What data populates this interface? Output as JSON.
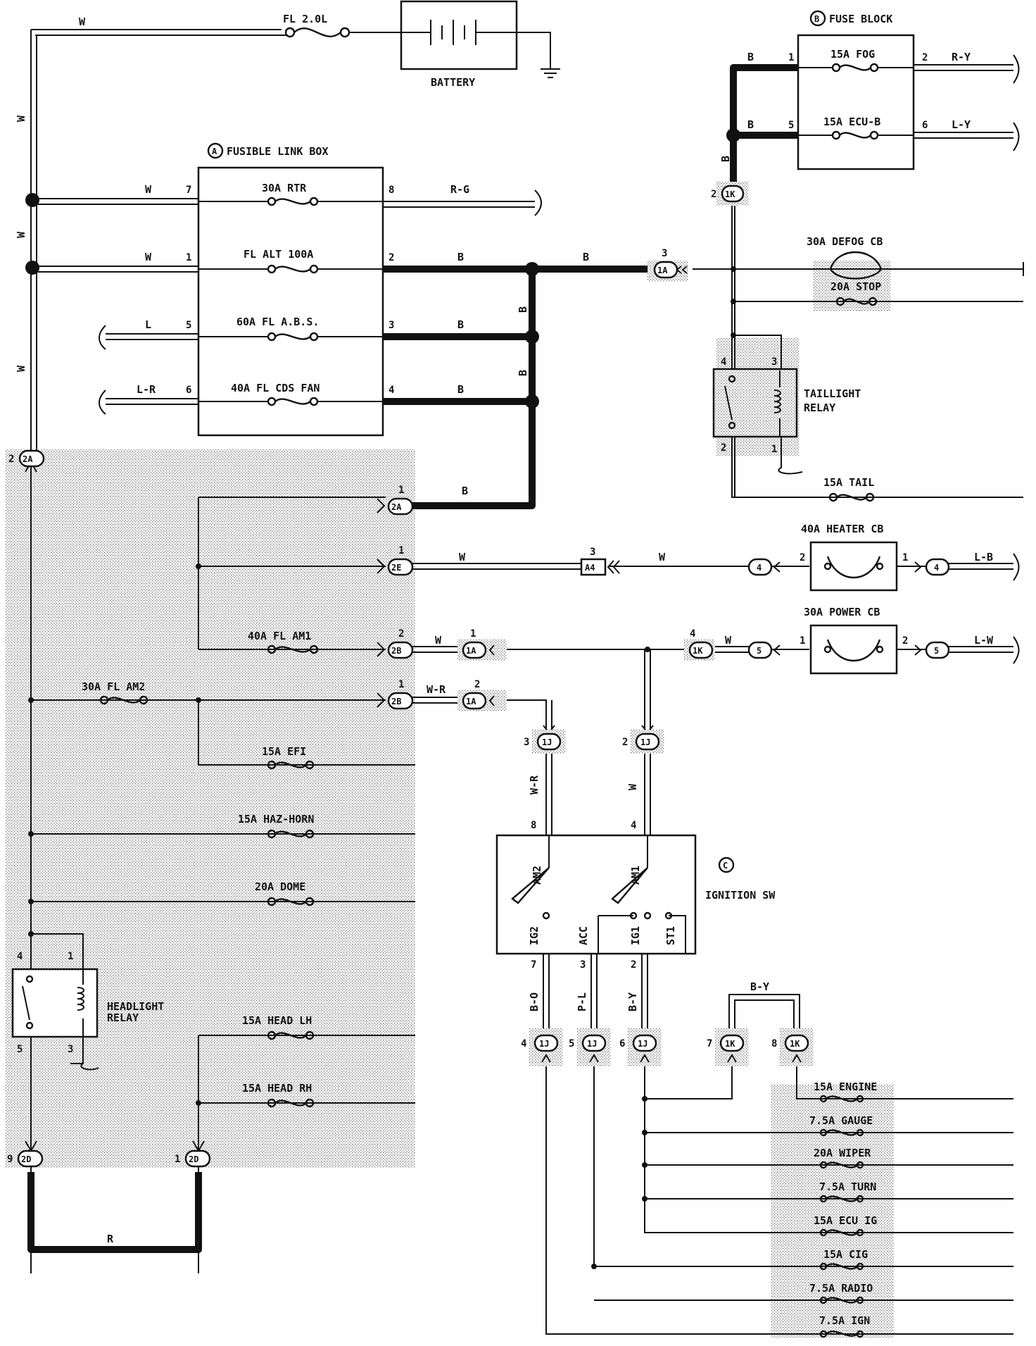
{
  "battery": {
    "label": "BATTERY"
  },
  "main_fuse": {
    "label": "FL 2.0L",
    "wire": "W"
  },
  "fusible_link_box": {
    "marker": "A",
    "title": "FUSIBLE LINK BOX",
    "fuses": [
      {
        "label": "30A RTR",
        "in_pin": "7",
        "out_pin": "8",
        "in_wire": "W",
        "out_wire": "R-G"
      },
      {
        "label": "FL ALT 100A",
        "in_pin": "1",
        "out_pin": "2",
        "in_wire": "W",
        "out_wire": "B"
      },
      {
        "label": "60A FL A.B.S.",
        "in_pin": "5",
        "out_pin": "3",
        "in_wire": "L",
        "out_wire": "B"
      },
      {
        "label": "40A FL CDS FAN",
        "in_pin": "6",
        "out_pin": "4",
        "in_wire": "L-R",
        "out_wire": "B"
      }
    ]
  },
  "fuse_block": {
    "marker": "B",
    "title": "FUSE BLOCK",
    "fuses": [
      {
        "label": "15A FOG",
        "in_pin": "1",
        "out_pin": "2",
        "in_wire": "B",
        "out_wire": "R-Y"
      },
      {
        "label": "15A ECU-B",
        "in_pin": "5",
        "out_pin": "6",
        "in_wire": "B",
        "out_wire": "L-Y"
      }
    ]
  },
  "right_circuit": {
    "breakers": [
      {
        "label": "30A DEFOG CB"
      },
      {
        "label": "20A STOP"
      },
      {
        "label": "15A TAIL"
      }
    ],
    "taillight_relay": {
      "label_line1": "TAILLIGHT",
      "label_line2": "RELAY",
      "pins": [
        "4",
        "3",
        "2",
        "1"
      ]
    },
    "heater_cb": {
      "label": "40A HEATER CB",
      "pin_in": "2",
      "pin_out": "1",
      "wire": "L-B"
    },
    "power_cb": {
      "label": "30A POWER CB",
      "pin_in": "1",
      "pin_out": "2",
      "wire": "L-W"
    }
  },
  "left_circuit": {
    "fuses": [
      {
        "label": "40A FL AM1"
      },
      {
        "label": "30A FL AM2"
      },
      {
        "label": "15A EFI"
      },
      {
        "label": "15A HAZ-HORN"
      },
      {
        "label": "20A DOME"
      },
      {
        "label": "15A HEAD LH"
      },
      {
        "label": "15A HEAD RH"
      }
    ],
    "headlight_relay": {
      "label_line1": "HEADLIGHT",
      "label_line2": "RELAY",
      "pins": [
        "4",
        "1",
        "5",
        "3"
      ]
    },
    "bottom_wire": "R"
  },
  "ignition_switch": {
    "marker": "C",
    "title": "IGNITION SW",
    "terminals": [
      "AM2",
      "AM1",
      "IG2",
      "ACC",
      "IG1",
      "ST1"
    ],
    "pins": {
      "am2": "8",
      "am1": "4",
      "ig2": "7",
      "acc": "3",
      "ig1": "2"
    },
    "wires": {
      "am2": "W-R",
      "am1": "W",
      "ig2": "B-O",
      "acc": "P-L",
      "ig1": "B-Y",
      "jumper": "B-Y"
    }
  },
  "bottom_fuses": [
    {
      "label": "15A ENGINE"
    },
    {
      "label": "7.5A GAUGE"
    },
    {
      "label": "20A WIPER"
    },
    {
      "label": "7.5A TURN"
    },
    {
      "label": "15A ECU IG"
    },
    {
      "label": "15A CIG"
    },
    {
      "label": "7.5A RADIO"
    },
    {
      "label": "7.5A IGN"
    }
  ],
  "connectors": {
    "c2A_top": "2A",
    "c2A_top_pin": "2",
    "c2A_mid": "2A",
    "c2A_mid_pin": "1",
    "c2E": "2E",
    "c2E_pin": "1",
    "c2B_a": "2B",
    "c2B_a_pin": "2",
    "c2B_b": "2B",
    "c2B_b_pin": "1",
    "c1A_top": "1A",
    "c1A_top_pin": "3",
    "c1A_a": "1A",
    "c1A_a_pin": "1",
    "c1A_b": "1A",
    "c1A_b_pin": "2",
    "c1K_top": "1K",
    "c1K_top_pin": "2",
    "c1K_mid": "1K",
    "c1K_mid_pin": "4",
    "c1K_7": "1K",
    "c1K_7_pin": "7",
    "c1K_8": "1K",
    "c1K_8_pin": "8",
    "c1J_3": "1J",
    "c1J_3_pin": "3",
    "c1J_2": "1J",
    "c1J_2_pin": "2",
    "c1J_4": "1J",
    "c1J_4_pin": "4",
    "c1J_5": "1J",
    "c1J_5_pin": "5",
    "c1J_6": "1J",
    "c1J_6_pin": "6",
    "c2D_a": "2D",
    "c2D_a_pin": "9",
    "c2D_b": "2D",
    "c2D_b_pin": "1",
    "c4_a": "4",
    "c4_a_pin": "",
    "c4_b": "4",
    "c5_a": "5",
    "c5_b": "5",
    "a4": "A4",
    "a4_pin": "3"
  },
  "wire_labels": {
    "heater_w1": "W",
    "heater_w2": "W",
    "am1_w": "W",
    "am1_w2": "W",
    "am2_wr": "W-R",
    "bus_b": "B",
    "left_w": "W",
    "fuse_block_b": "B"
  }
}
